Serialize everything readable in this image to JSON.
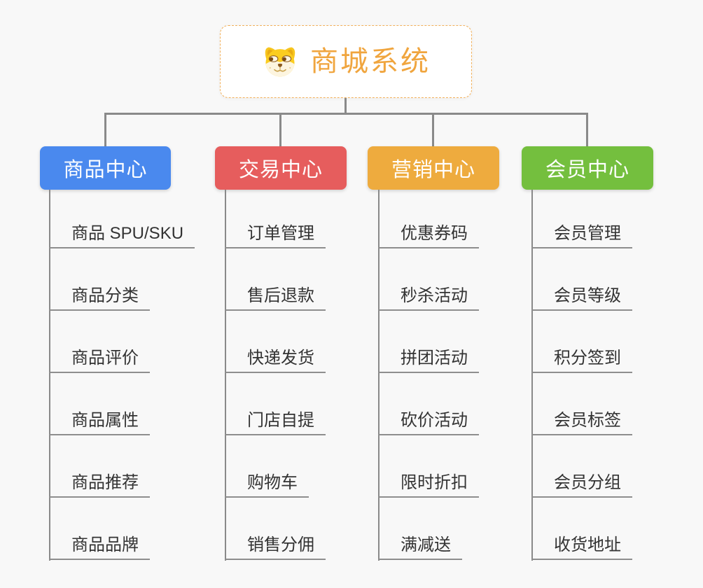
{
  "page": {
    "background_color": "#F8F8F8",
    "connector_color": "#8A8A8A",
    "leaf_underline_color": "#8E8E8E",
    "leaf_text_color": "#333333"
  },
  "root": {
    "title": "商城系统",
    "icon": "dog-face-icon",
    "title_color": "#F0A53E",
    "border_color": "#F2B05A"
  },
  "branches": [
    {
      "label": "商品中心",
      "color": "#4A89EE",
      "items": [
        "商品 SPU/SKU",
        "商品分类",
        "商品评价",
        "商品属性",
        "商品推荐",
        "商品品牌"
      ]
    },
    {
      "label": "交易中心",
      "color": "#E65D5D",
      "items": [
        "订单管理",
        "售后退款",
        "快递发货",
        "门店自提",
        "购物车",
        "销售分佣"
      ]
    },
    {
      "label": "营销中心",
      "color": "#EEAB3E",
      "items": [
        "优惠券码",
        "秒杀活动",
        "拼团活动",
        "砍价活动",
        "限时折扣",
        "满减送"
      ]
    },
    {
      "label": "会员中心",
      "color": "#74BF3E",
      "items": [
        "会员管理",
        "会员等级",
        "积分签到",
        "会员标签",
        "会员分组",
        "收货地址"
      ]
    }
  ]
}
